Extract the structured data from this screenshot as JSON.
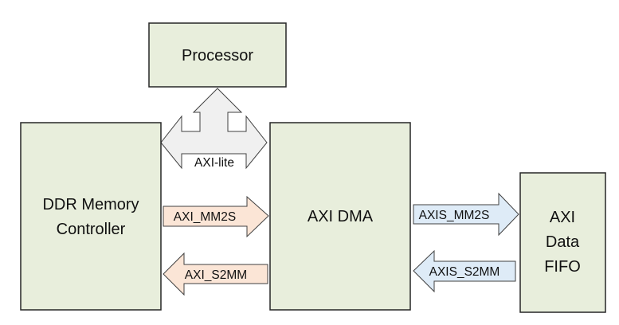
{
  "diagram": {
    "blocks": {
      "processor": {
        "label": "Processor"
      },
      "ddr": {
        "line1": "DDR Memory",
        "line2": "Controller"
      },
      "dma": {
        "label": "AXI DMA"
      },
      "fifo": {
        "line1": "AXI",
        "line2": "Data",
        "line3": "FIFO"
      }
    },
    "connections": {
      "axi_lite": {
        "label": "AXI-lite",
        "direction": "bidirectional (Processor, DDR Memory Controller, AXI DMA)",
        "color": "#f0f0f0"
      },
      "axi_mm2s": {
        "label": "AXI_MM2S",
        "direction": "DDR Memory Controller → AXI DMA",
        "color": "#fbe5d6"
      },
      "axi_s2mm": {
        "label": "AXI_S2MM",
        "direction": "AXI DMA → DDR Memory Controller",
        "color": "#fbe5d6"
      },
      "axis_mm2s": {
        "label": "AXIS_MM2S",
        "direction": "AXI DMA → AXI Data FIFO",
        "color": "#deebf7"
      },
      "axis_s2mm": {
        "label": "AXIS_S2MM",
        "direction": "AXI Data FIFO → AXI DMA",
        "color": "#deebf7"
      }
    },
    "colors": {
      "block_fill": "#e8eedc",
      "outline": "#262626"
    }
  }
}
